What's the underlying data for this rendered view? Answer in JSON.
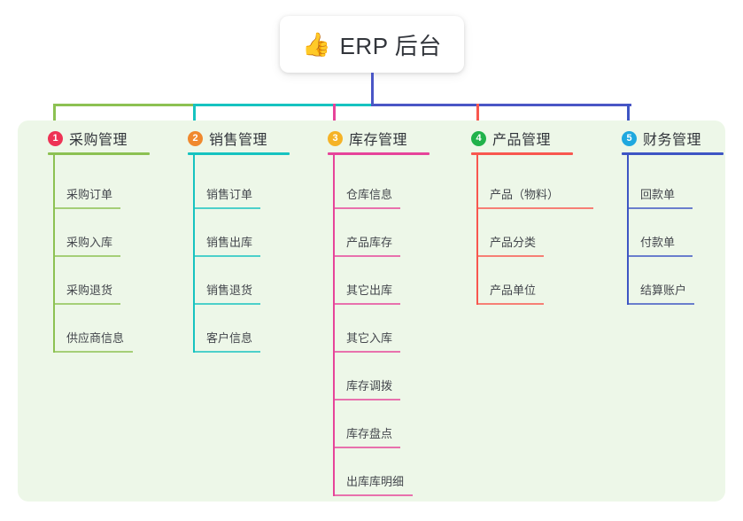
{
  "root": {
    "emoji": "👍",
    "emoji_name": "thumbs-up-icon",
    "title": "ERP 后台"
  },
  "panel": {
    "background": "#edf7e8"
  },
  "columns": [
    {
      "index": "1",
      "title": "采购管理",
      "badge_color": "#ee3355",
      "line_color": "#8cc152",
      "rule_width": 115,
      "items": [
        {
          "label": "采购订单",
          "rule_width": 82
        },
        {
          "label": "采购入库",
          "rule_width": 82
        },
        {
          "label": "采购退货",
          "rule_width": 82
        },
        {
          "label": "供应商信息",
          "rule_width": 96
        }
      ]
    },
    {
      "index": "2",
      "title": "销售管理",
      "badge_color": "#f0892e",
      "line_color": "#16c3c0",
      "rule_width": 115,
      "items": [
        {
          "label": "销售订单",
          "rule_width": 82
        },
        {
          "label": "销售出库",
          "rule_width": 82
        },
        {
          "label": "销售退货",
          "rule_width": 82
        },
        {
          "label": "客户信息",
          "rule_width": 82
        }
      ]
    },
    {
      "index": "3",
      "title": "库存管理",
      "badge_color": "#f5b battery",
      "items": []
    }
  ],
  "columns_full": [
    {
      "index": "1",
      "title": "采购管理",
      "badge_color": "#ee3355",
      "line_color": "#8cc152",
      "rule_width": 115,
      "items": [
        "采购订单",
        "采购入库",
        "采购退货",
        "供应商信息"
      ]
    },
    {
      "index": "2",
      "title": "销售管理",
      "badge_color": "#f0892e",
      "line_color": "#16c3c0",
      "rule_width": 115,
      "items": [
        "销售订单",
        "销售出库",
        "销售退货",
        "客户信息"
      ]
    },
    {
      "index": "3",
      "title": "库存管理",
      "badge_color": "#f5b327",
      "line_color": "#e6449a",
      "rule_width": 115,
      "items": [
        "仓库信息",
        "产品库存",
        "其它出库",
        "其它入库",
        "库存调拨",
        "库存盘点",
        "出库库明细"
      ]
    },
    {
      "index": "4",
      "title": "产品管理",
      "badge_color": "#21b24b",
      "line_color": "#f8574f",
      "rule_width": 115,
      "items": [
        "产品（物料）",
        "产品分类",
        "产品单位"
      ]
    },
    {
      "index": "5",
      "title": "财务管理",
      "badge_color": "#1fa8df",
      "line_color": "#3e55c4",
      "rule_width": 115,
      "items": [
        "回款单",
        "付款单",
        "结算账户"
      ]
    }
  ],
  "connectors": {
    "stem_color": "#4a56c6",
    "bus_segments": [
      {
        "color": "#8cc152"
      },
      {
        "color": "#16c3c0"
      },
      {
        "color": "#4a56c6"
      }
    ]
  }
}
